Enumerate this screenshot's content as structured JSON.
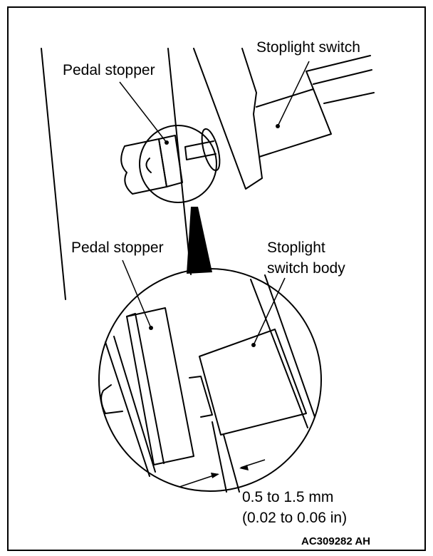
{
  "labels": {
    "stoplight_switch": "Stoplight switch",
    "pedal_stopper_top": "Pedal stopper",
    "pedal_stopper_detail": "Pedal stopper",
    "stoplight_switch_body_line1": "Stoplight",
    "stoplight_switch_body_line2": "switch body",
    "clearance_metric": "0.5 to 1.5 mm",
    "clearance_imperial": "(0.02 to 0.06 in)",
    "figure_code": "AC309282 AH"
  }
}
